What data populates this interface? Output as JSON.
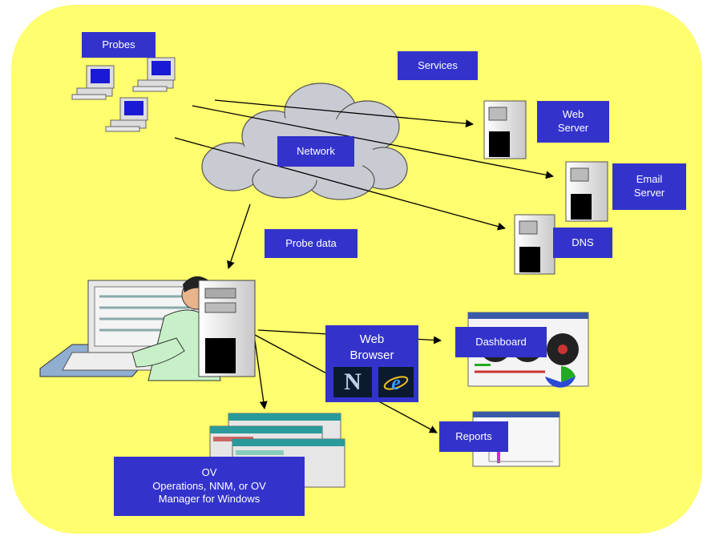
{
  "colors": {
    "background": "#fffe6e",
    "label_fill": "#3333cc",
    "label_text": "#ffffff",
    "cloud": "#c9cbd2",
    "arrow": "#000000"
  },
  "labels": {
    "probes": "Probes",
    "services": "Services",
    "network": "Network",
    "web_server_line1": "Web",
    "web_server_line2": "Server",
    "email_server_line1": "Email",
    "email_server_line2": "Server",
    "dns": "DNS",
    "probe_data": "Probe data",
    "web_browser_line1": "Web",
    "web_browser_line2": "Browser",
    "dashboard": "Dashboard",
    "reports": "Reports",
    "ov_line1": "OV",
    "ov_line2": "Operations, NNM, or OV",
    "ov_line3": "Manager for Windows"
  },
  "icons": {
    "netscape": "N",
    "explorer": "e"
  }
}
